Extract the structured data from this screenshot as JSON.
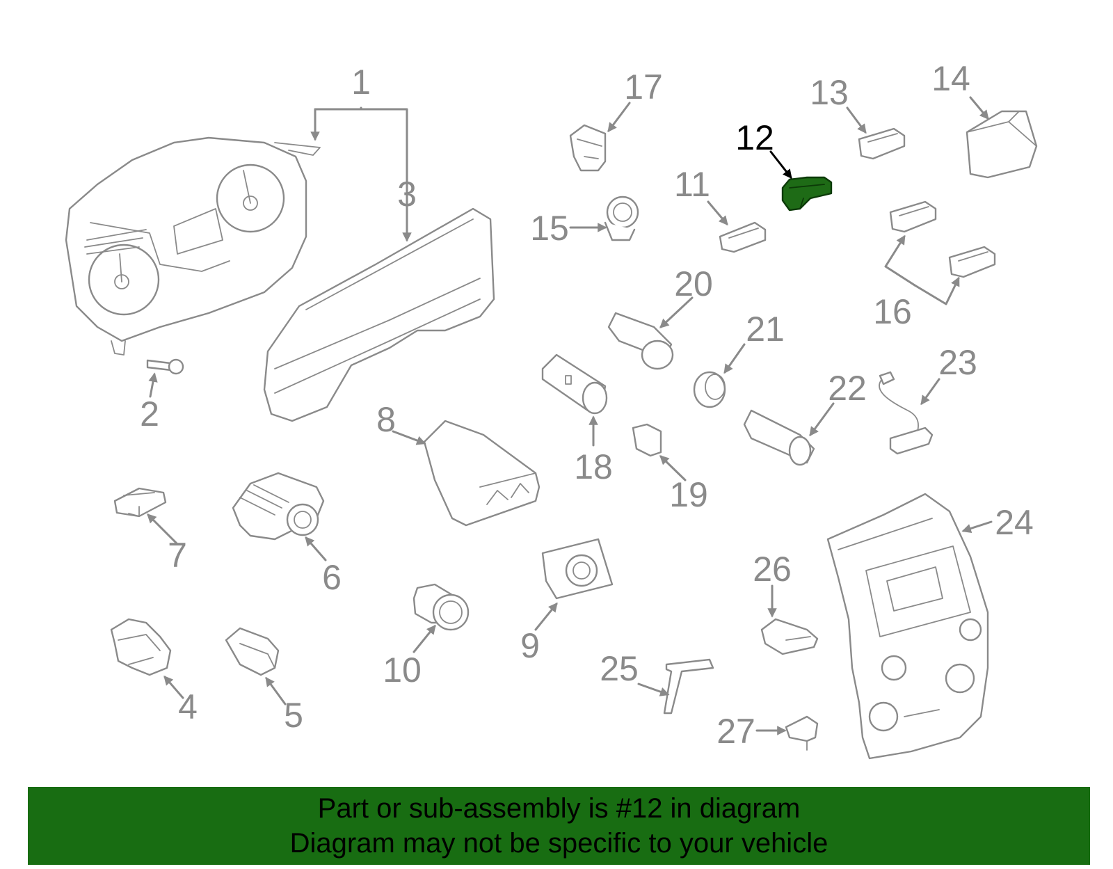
{
  "colors": {
    "part_outline": "#8a8a8a",
    "highlight_fill": "#1e6b16",
    "banner_bg": "#186d12",
    "text": "#000000"
  },
  "highlighted_part": "12",
  "callouts": [
    "1",
    "2",
    "3",
    "4",
    "5",
    "6",
    "7",
    "8",
    "9",
    "10",
    "11",
    "12",
    "13",
    "14",
    "15",
    "16",
    "17",
    "18",
    "19",
    "20",
    "21",
    "22",
    "23",
    "24",
    "25",
    "26",
    "27"
  ],
  "banner": {
    "line1": "Part or sub-assembly is #12 in diagram",
    "line2": "Diagram may not be specific to your vehicle"
  }
}
